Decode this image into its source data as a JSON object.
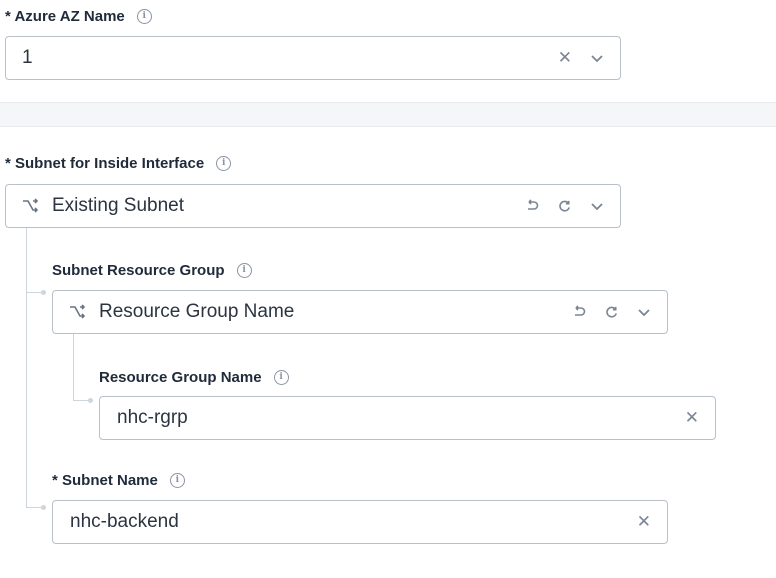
{
  "az": {
    "label": "* Azure AZ Name",
    "value": "1"
  },
  "subnet_inside": {
    "label": "* Subnet for Inside Interface",
    "mode": "Existing Subnet"
  },
  "subnet_resource_group": {
    "label": "Subnet Resource Group",
    "mode": "Resource Group Name"
  },
  "resource_group_name": {
    "label": "Resource Group Name",
    "value": "nhc-rgrp"
  },
  "subnet_name": {
    "label": "* Subnet Name",
    "value": "nhc-backend"
  },
  "icons": {
    "info": "info-circle-icon",
    "clear": "close-icon",
    "dropdown": "chevron-down-icon",
    "mode": "branch-switch-icon",
    "undo": "undo-icon",
    "reset": "refresh-icon"
  },
  "colors": {
    "border": "#b9c0c9",
    "label": "#1f2a3a",
    "icon": "#7b8594",
    "divider_band": "#f4f6f8"
  }
}
